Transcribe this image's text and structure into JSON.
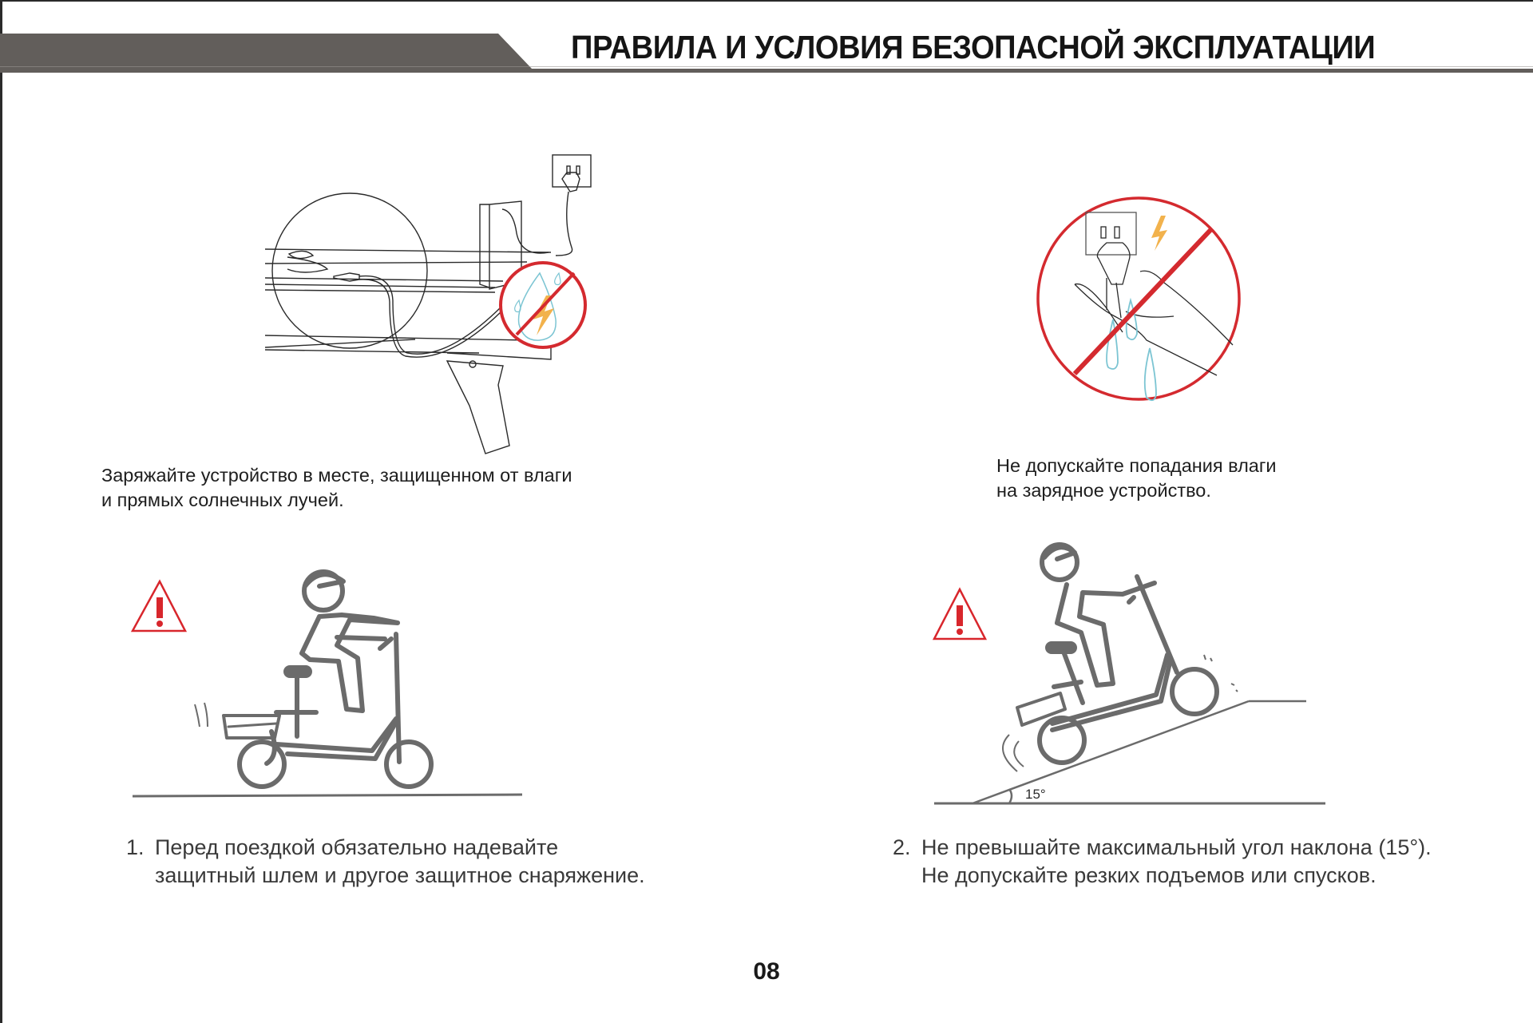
{
  "page": {
    "title": "ПРАВИЛА И УСЛОВИЯ БЕЗОПАСНОЙ ЭКСПЛУАТАЦИИ",
    "page_number": "08"
  },
  "colors": {
    "header_band": "#625e5b",
    "prohibition_red": "#d42a2f",
    "warning_red": "#d8262c",
    "water_blue": "#7cc5d3",
    "lightning_orange": "#f2b24c",
    "illustration_gray": "#6b6b6b"
  },
  "top_left": {
    "illustration": "scooter-charging-port-with-charger-and-no-water-sign",
    "caption_line1": "Заряжайте устройство в месте, защищенном от влаги",
    "caption_line2": "и прямых солнечных лучей."
  },
  "top_right": {
    "illustration": "wet-hand-touching-plug-prohibited",
    "caption_line1": "Не допускайте попадания влаги",
    "caption_line2": "на зарядное устройство."
  },
  "bottom_left": {
    "illustration": "rider-with-helmet-on-scooter",
    "icon": "warning-triangle",
    "number": "1.",
    "line1": "Перед поездкой обязательно надевайте",
    "line2": "защитный шлем и другое защитное снаряжение."
  },
  "bottom_right": {
    "illustration": "rider-climbing-slope",
    "icon": "warning-triangle",
    "angle_label": "15°",
    "number": "2.",
    "line1": "Не превышайте максимальный угол наклона (15°).",
    "line2": "Не допускайте резких подъемов или спусков."
  }
}
